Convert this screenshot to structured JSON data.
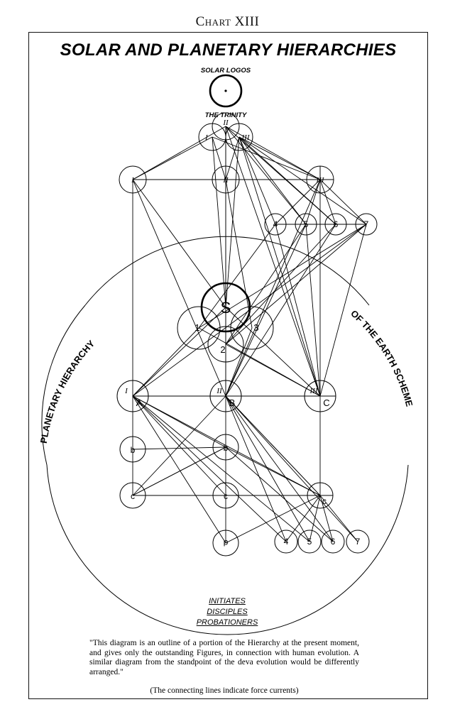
{
  "chart_label": "Chart XIII",
  "title": "SOLAR AND PLANETARY HIERARCHIES",
  "solar_logos": "SOLAR LOGOS",
  "the_trinity": "THE TRINITY",
  "trinity": [
    "I",
    "II",
    "III"
  ],
  "solar_aspects": [
    "I",
    "II",
    "III"
  ],
  "solar_rays": [
    "4",
    "5",
    "6",
    "7"
  ],
  "sanat": "S",
  "buddhas": [
    "1",
    "2",
    "3"
  ],
  "departments": {
    "numerals": [
      "I",
      "II",
      "III"
    ],
    "letters": [
      "A",
      "B",
      "C"
    ]
  },
  "lesser_b": [
    "b",
    "b"
  ],
  "lesser_c": [
    "c",
    "c",
    "c"
  ],
  "lesser_d": "d",
  "earth_rays": [
    "4",
    "5",
    "6",
    "7"
  ],
  "arc_left": "PLANETARY HIERARCHY",
  "arc_right": "OF THE EARTH SCHEME",
  "legend": [
    "INITIATES",
    "DISCIPLES",
    "PROBATIONERS"
  ],
  "quote": "\"This diagram is an outline of a portion of the Hierarchy at the present moment, and gives only the outstanding Figures, in connection with human evolution.  A similar diagram from the standpoint of the deva evolution would be differently arranged.\"",
  "quote_note": "(The connecting lines indicate force currents)"
}
